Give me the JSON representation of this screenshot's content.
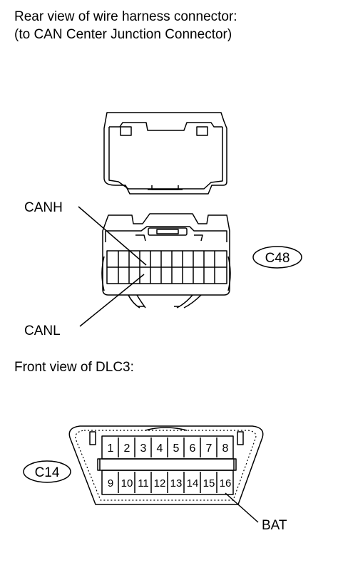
{
  "top_caption": {
    "line1": "Rear view of wire harness connector:",
    "line2": "(to CAN Center Junction Connector)"
  },
  "mid_caption": "Front view of DLC3:",
  "harness_connector": {
    "label": "C48",
    "callouts": [
      "CANH",
      "CANL"
    ]
  },
  "dlc3": {
    "label": "C14",
    "top_row": [
      "1",
      "2",
      "3",
      "4",
      "5",
      "6",
      "7",
      "8"
    ],
    "bottom_row": [
      "9",
      "10",
      "11",
      "12",
      "13",
      "14",
      "15",
      "16"
    ],
    "callouts": [
      "BAT"
    ]
  }
}
